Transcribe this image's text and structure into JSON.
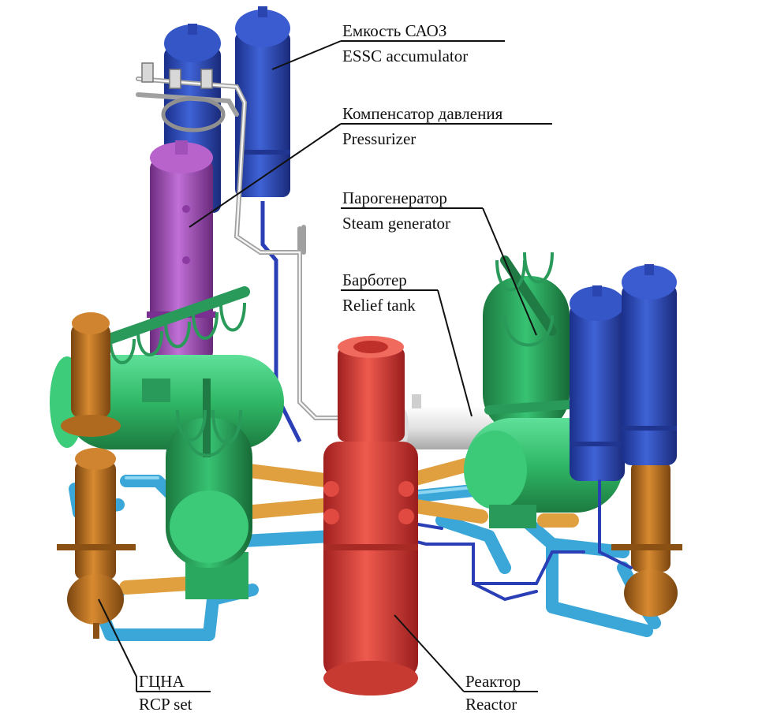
{
  "labels": {
    "essc": {
      "ru": "Емкость САОЗ",
      "en": "ESSC accumulator"
    },
    "pressurizer": {
      "ru": "Компенсатор давления",
      "en": "Pressurizer"
    },
    "steam_generator": {
      "ru": "Парогенератор",
      "en": "Steam generator"
    },
    "relief_tank": {
      "ru": "Барботер",
      "en": "Relief tank"
    },
    "rcp": {
      "ru": "ГЦНА",
      "en": "RCP set"
    },
    "reactor": {
      "ru": "Реактор",
      "en": "Reactor"
    }
  },
  "colors": {
    "accumulator": "#2f4fbf",
    "pressurizer": "#a24db8",
    "steam_generator": "#2fbf6a",
    "reactor": "#e0403a",
    "pump": "#c07820",
    "hot_leg": "#e0a040",
    "cold_leg": "#3aa7d8",
    "relief_tank": "#e6e6e6",
    "small_piping": "#2a3fb5"
  }
}
